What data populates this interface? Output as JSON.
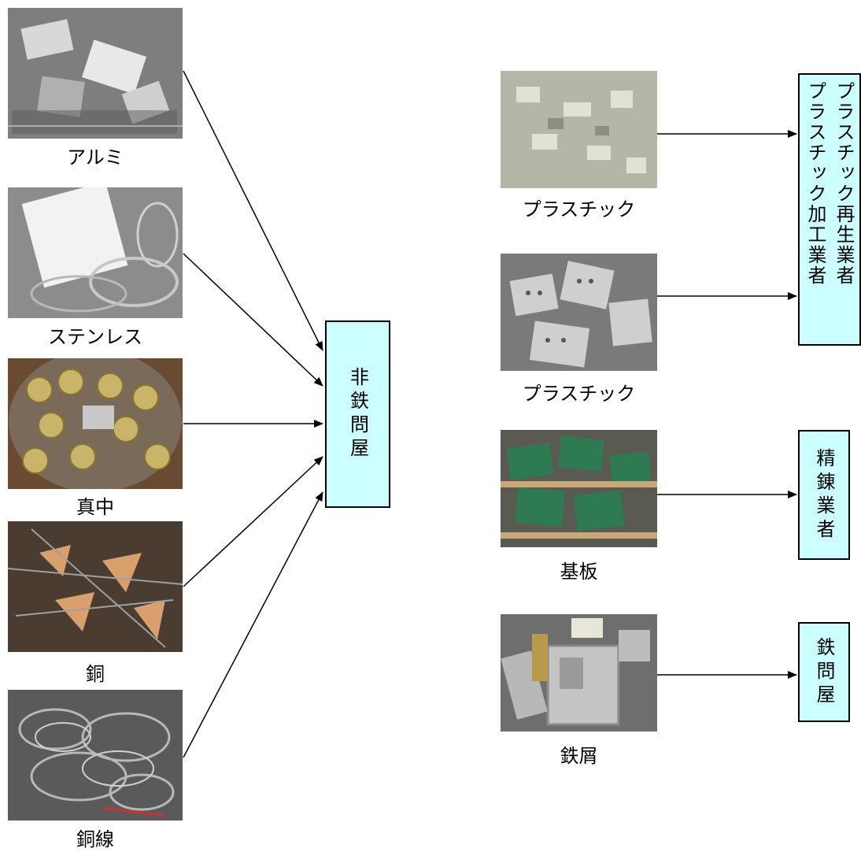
{
  "sources": [
    {
      "id": "aluminum",
      "label": "アルミ",
      "photo_colors": [
        "#8a8a8a",
        "#d8d8d8",
        "#5a5a5a"
      ]
    },
    {
      "id": "stainless",
      "label": "ステンレス",
      "photo_colors": [
        "#9a9a9a",
        "#f0f0f0",
        "#6a6a6a"
      ]
    },
    {
      "id": "brass",
      "label": "真中",
      "photo_colors": [
        "#6b5a2a",
        "#c9b46a",
        "#8a7a6a"
      ]
    },
    {
      "id": "copper",
      "label": "銅",
      "photo_colors": [
        "#5a4a3a",
        "#d09a6a",
        "#8a8a8a"
      ]
    },
    {
      "id": "copper-wire",
      "label": "銅線",
      "photo_colors": [
        "#7a7a7a",
        "#b8b8b8",
        "#4a4a4a"
      ]
    }
  ],
  "hub": {
    "label": "非鉄問屋"
  },
  "right_items": [
    {
      "id": "plastic-1",
      "label": "プラスチック",
      "photo_colors": [
        "#a8aa9c",
        "#d8dcd0",
        "#8a8c80"
      ]
    },
    {
      "id": "plastic-2",
      "label": "プラスチック",
      "photo_colors": [
        "#8a8a8a",
        "#c8c8c8",
        "#5a5a5a"
      ]
    },
    {
      "id": "circuit-board",
      "label": "基板",
      "photo_colors": [
        "#4a6a4a",
        "#2e8a5a",
        "#c8a878"
      ]
    },
    {
      "id": "iron-scrap",
      "label": "鉄屑",
      "photo_colors": [
        "#6a6a6a",
        "#c0c0c0",
        "#9a8a5a"
      ]
    }
  ],
  "destinations": {
    "plastic": {
      "col1": "プラスチック加工業者",
      "col2": "プラスチック再生業者"
    },
    "refiner": "精錬業者",
    "iron": "鉄問屋"
  },
  "colors": {
    "box_fill": "#ccffff",
    "line": "#000000"
  }
}
